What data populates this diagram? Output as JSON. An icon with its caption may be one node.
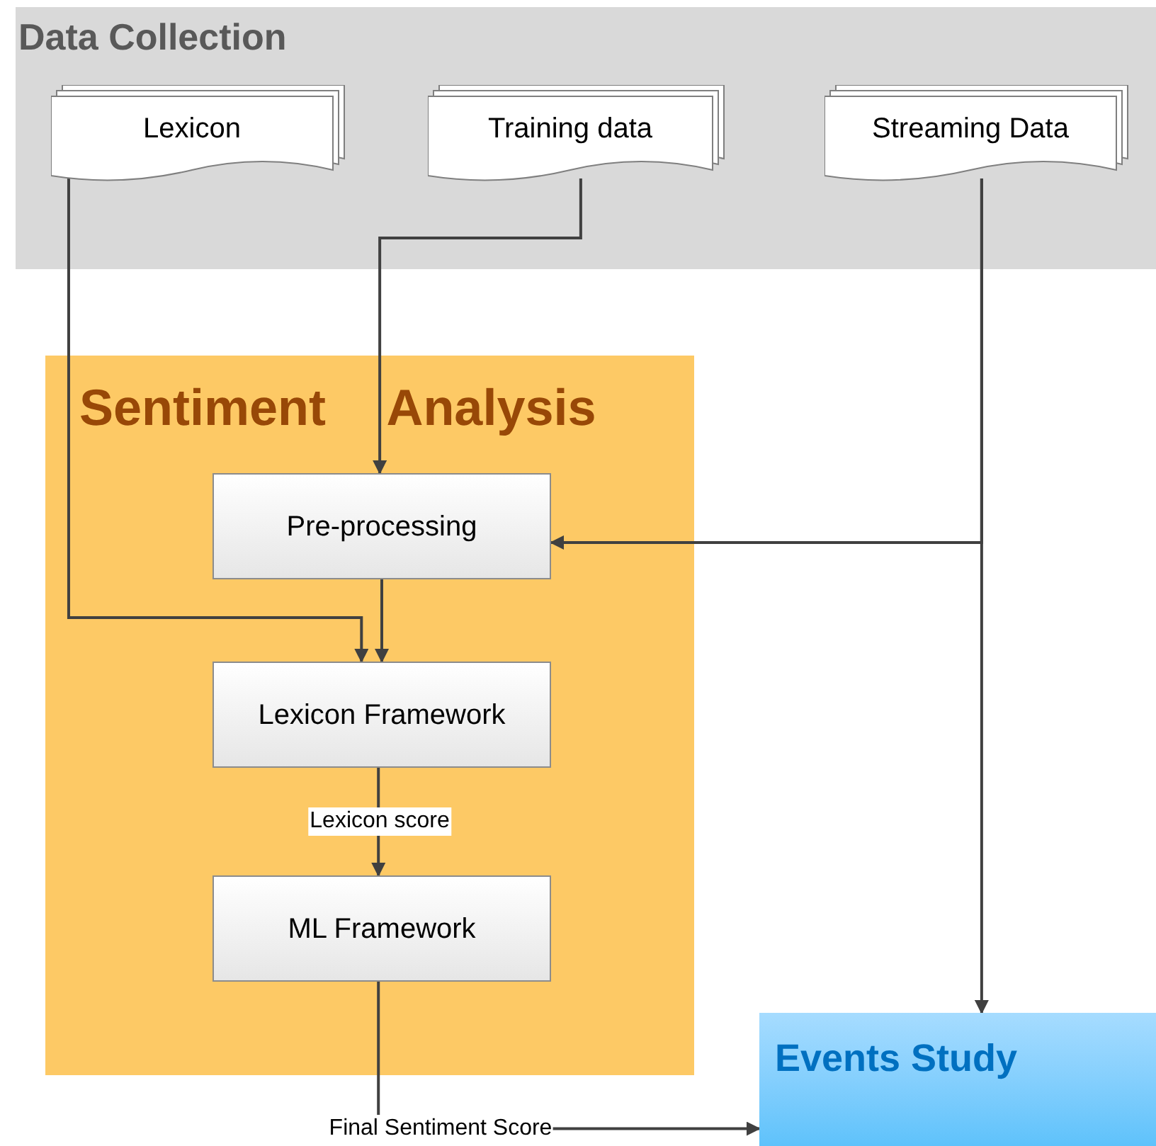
{
  "diagram": {
    "nodes": [
      {
        "text": [
          "Data Collection"
        ]
      },
      {
        "text": [
          "Lexicon"
        ],
        "in": 0
      },
      {
        "text": [
          "Training data"
        ],
        "in": 0
      },
      {
        "text": [
          "Streaming Data"
        ],
        "in": 0
      },
      {
        "text": [
          "Sentiment Analysis"
        ]
      },
      {
        "text": [
          "Pre-processing"
        ],
        "in": 4
      },
      {
        "text": [
          "Lexicon Framework"
        ],
        "in": 4
      },
      {
        "text": [
          "ML Framework"
        ],
        "in": 4
      },
      {
        "text": [
          "Events Study"
        ]
      }
    ],
    "edges": [
      {
        "from": 1,
        "to": 6,
        "arrow": "to"
      },
      {
        "from": 2,
        "to": 5,
        "arrow": "to"
      },
      {
        "from": 3,
        "to": 5,
        "arrow": "to"
      },
      {
        "from": 3,
        "to": 8,
        "arrow": "to"
      },
      {
        "from": 5,
        "to": 6,
        "arrow": "to"
      },
      {
        "from": 6,
        "to": 7,
        "arrow": "to",
        "label": "Lexicon score"
      },
      {
        "from": 7,
        "to": 8,
        "arrow": "to",
        "label": "Final Sentiment Score"
      }
    ]
  }
}
